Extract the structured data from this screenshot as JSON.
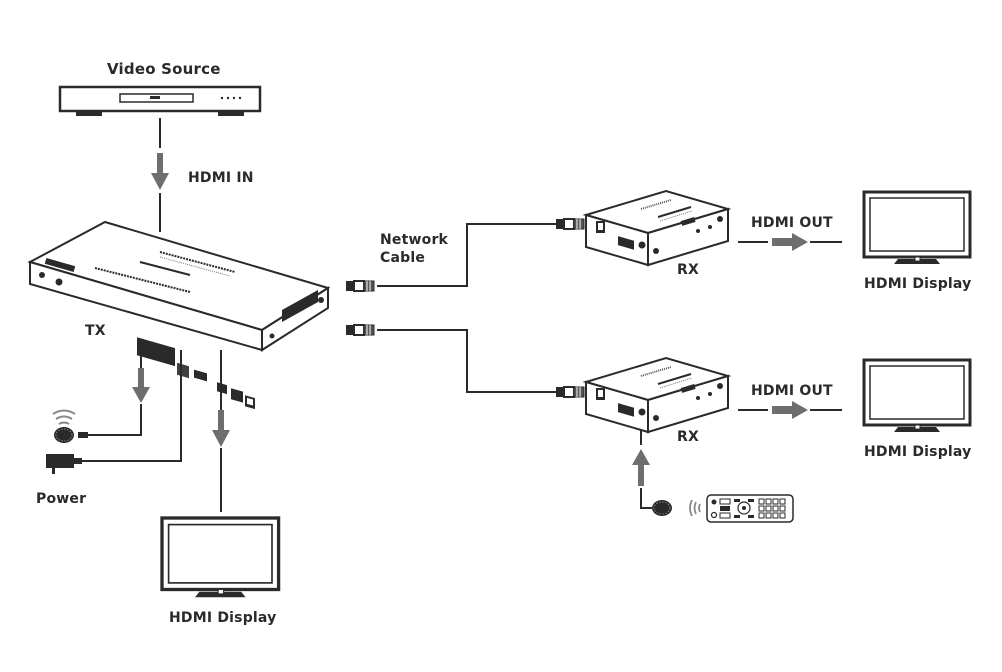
{
  "colors": {
    "line": "#2a2a2a",
    "arrow": "#6e6e6e",
    "device_fill": "#ffffff",
    "dark": "#2a2a2a"
  },
  "labels": {
    "video_source": "Video Source",
    "hdmi_in": "HDMI IN",
    "tx": "TX",
    "network_cable": "Network\nCable",
    "rx_top": "RX",
    "rx_bottom": "RX",
    "hdmi_out_top": "HDMI OUT",
    "hdmi_out_bottom": "HDMI OUT",
    "hdmi_display_top": "HDMI Display",
    "hdmi_display_bottom": "HDMI Display",
    "hdmi_display_local": "HDMI Display",
    "power": "Power"
  },
  "nodes": [
    {
      "id": "video-source",
      "kind": "player",
      "label": "Video Source"
    },
    {
      "id": "tx",
      "kind": "transmitter",
      "label": "TX"
    },
    {
      "id": "rx-1",
      "kind": "receiver",
      "label": "RX"
    },
    {
      "id": "rx-2",
      "kind": "receiver",
      "label": "RX"
    },
    {
      "id": "display-1",
      "kind": "monitor",
      "label": "HDMI Display"
    },
    {
      "id": "display-2",
      "kind": "monitor",
      "label": "HDMI Display"
    },
    {
      "id": "display-local",
      "kind": "monitor",
      "label": "HDMI Display"
    },
    {
      "id": "ir-receiver-tx",
      "kind": "ir-sensor"
    },
    {
      "id": "power-adapter",
      "kind": "power-adapter",
      "label": "Power"
    },
    {
      "id": "ir-receiver-rx",
      "kind": "ir-sensor"
    },
    {
      "id": "remote-control",
      "kind": "remote"
    }
  ],
  "edges": [
    {
      "from": "video-source",
      "to": "tx",
      "label": "HDMI IN"
    },
    {
      "from": "tx",
      "to": "rx-1",
      "label": "Network Cable"
    },
    {
      "from": "tx",
      "to": "rx-2",
      "label": "Network Cable"
    },
    {
      "from": "rx-1",
      "to": "display-1",
      "label": "HDMI OUT"
    },
    {
      "from": "rx-2",
      "to": "display-2",
      "label": "HDMI OUT"
    },
    {
      "from": "tx",
      "to": "display-local",
      "label": ""
    },
    {
      "from": "tx",
      "to": "ir-receiver-tx",
      "label": ""
    },
    {
      "from": "power-adapter",
      "to": "tx",
      "label": "Power"
    },
    {
      "from": "ir-receiver-rx",
      "to": "rx-2",
      "label": ""
    }
  ]
}
